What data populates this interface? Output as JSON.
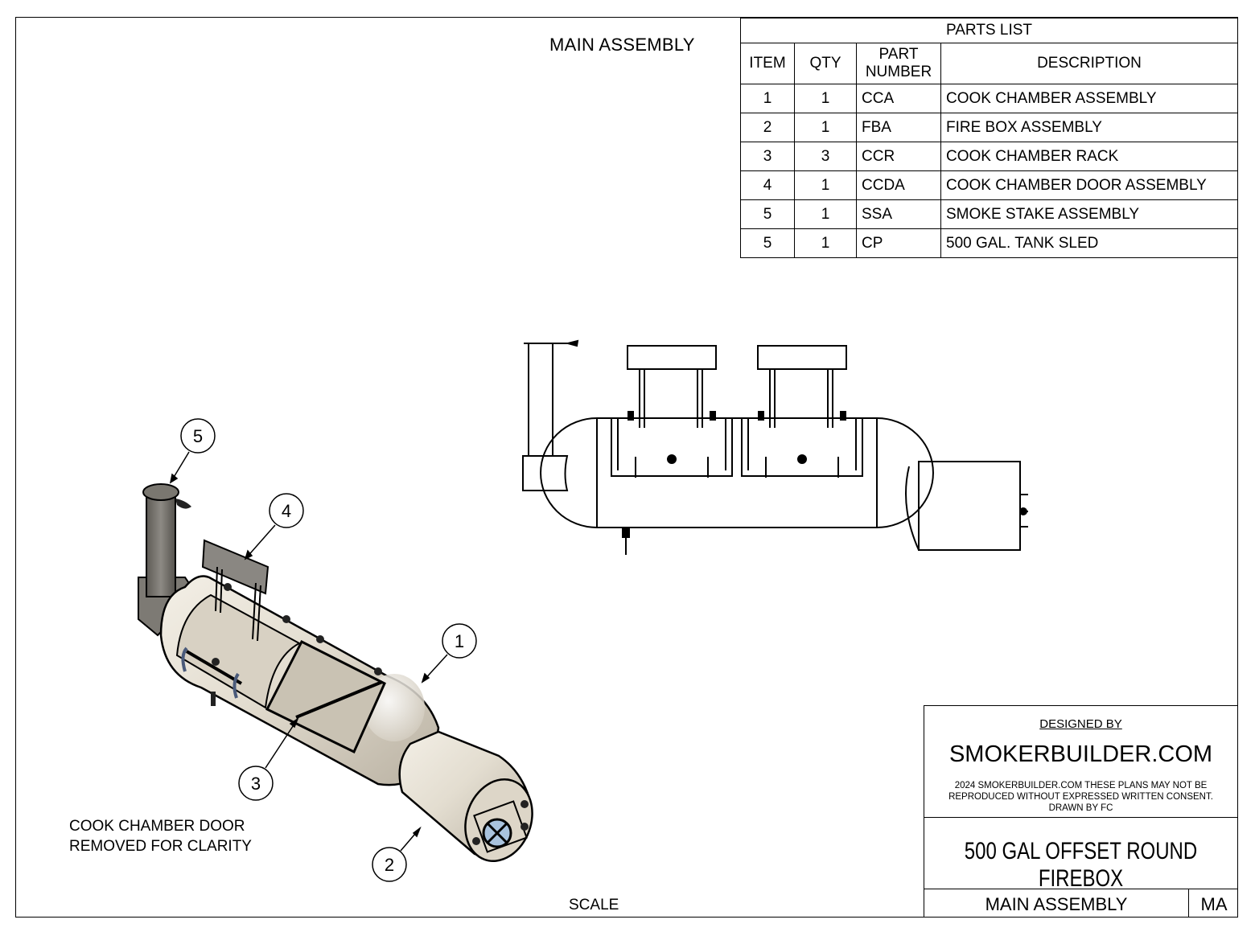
{
  "drawing": {
    "title": "MAIN ASSEMBLY",
    "scale_label": "SCALE",
    "note_lines": [
      "COOK CHAMBER DOOR",
      "REMOVED FOR CLARITY"
    ]
  },
  "parts_list": {
    "caption": "PARTS LIST",
    "headers": {
      "item": "ITEM",
      "qty": "QTY",
      "part_number_1": "PART",
      "part_number_2": "NUMBER",
      "description": "DESCRIPTION"
    },
    "rows": [
      {
        "item": "1",
        "qty": "1",
        "part_number": "CCA",
        "description": "COOK CHAMBER ASSEMBLY"
      },
      {
        "item": "2",
        "qty": "1",
        "part_number": "FBA",
        "description": "FIRE BOX ASSEMBLY"
      },
      {
        "item": "3",
        "qty": "3",
        "part_number": "CCR",
        "description": "COOK CHAMBER RACK"
      },
      {
        "item": "4",
        "qty": "1",
        "part_number": "CCDA",
        "description": "COOK CHAMBER DOOR ASSEMBLY"
      },
      {
        "item": "5",
        "qty": "1",
        "part_number": "SSA",
        "description": "SMOKE STAKE ASSEMBLY"
      },
      {
        "item": "5",
        "qty": "1",
        "part_number": "CP",
        "description": "500 GAL. TANK SLED"
      }
    ]
  },
  "balloons": {
    "b1": "1",
    "b2": "2",
    "b3": "3",
    "b4": "4",
    "b5": "5"
  },
  "title_block": {
    "designed_by": "DESIGNED BY",
    "company": "SMOKERBUILDER.COM",
    "legal_1": "2024 SMOKERBUILDER.COM THESE PLANS MAY NOT BE",
    "legal_2": "REPRODUCED WITHOUT EXPRESSED WRITTEN CONSENT.",
    "legal_3": "DRAWN BY FC",
    "drawing_name": "500 GAL OFFSET ROUND FIREBOX",
    "sheet_name": "MAIN ASSEMBLY",
    "sheet_code": "MA"
  }
}
